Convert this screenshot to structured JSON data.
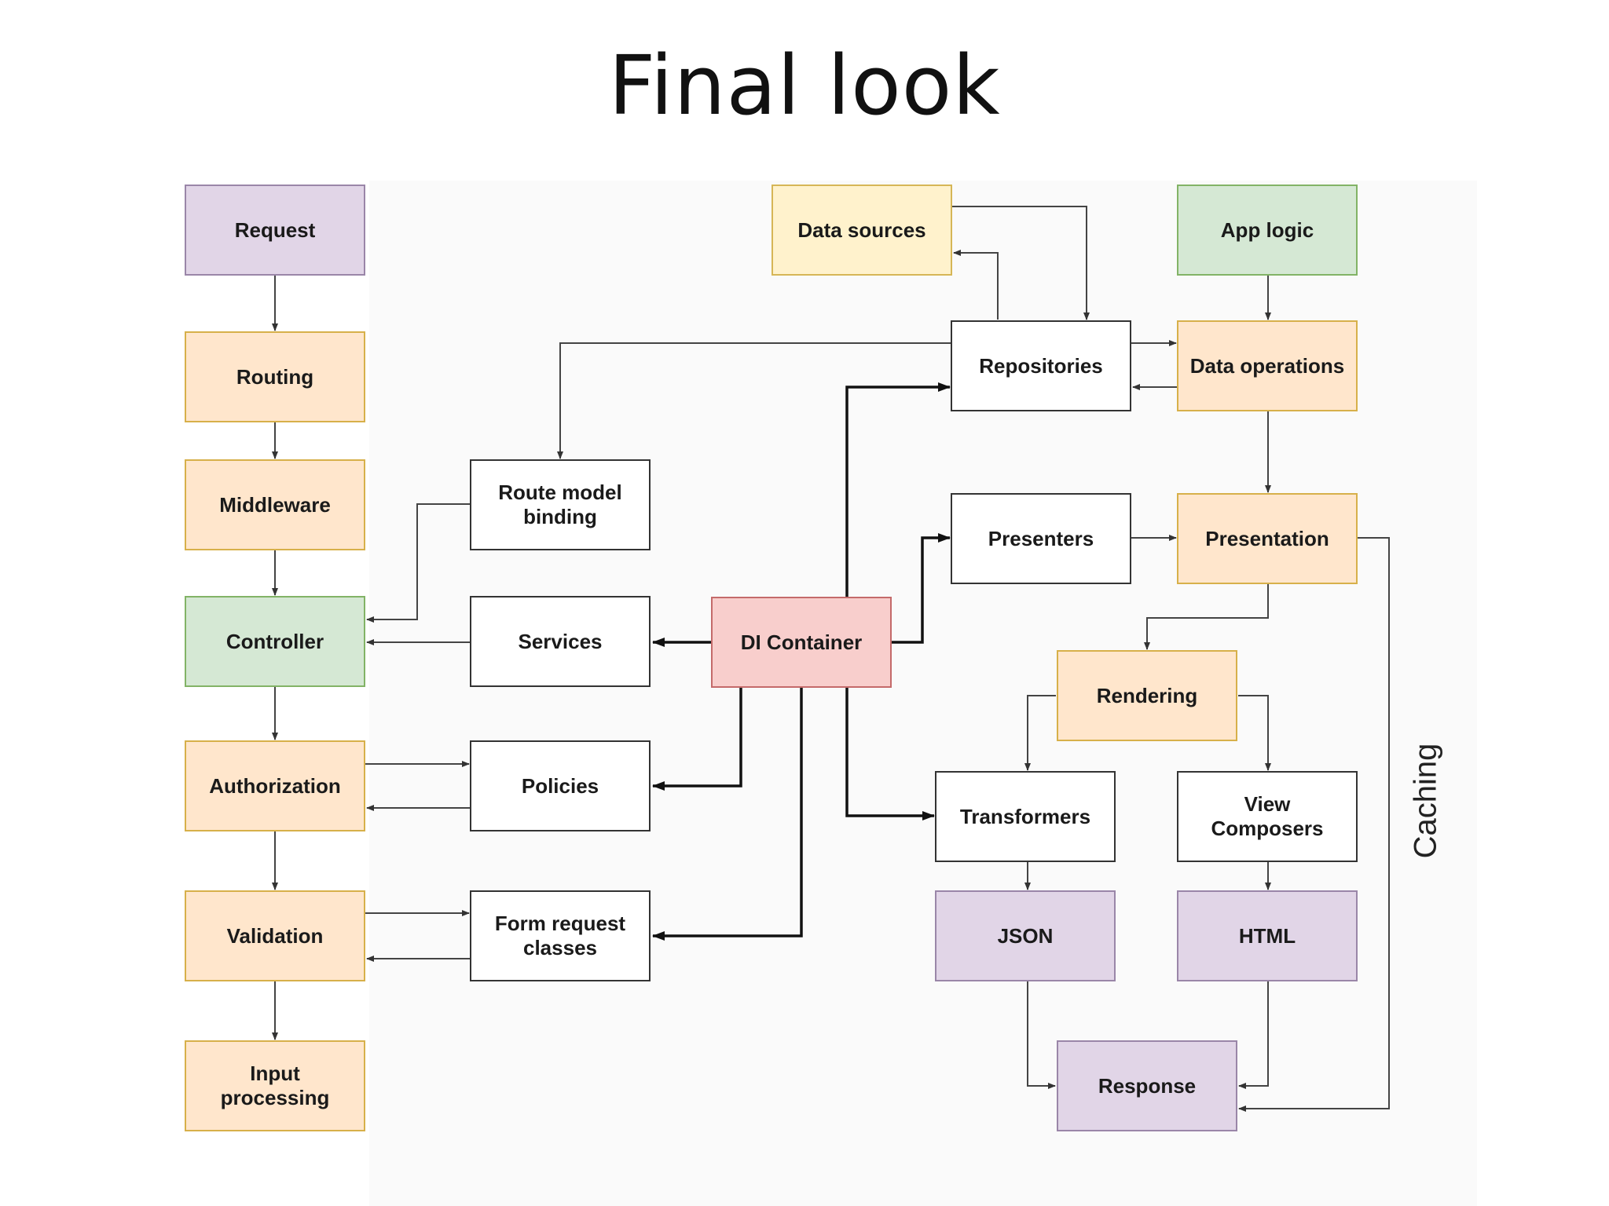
{
  "title": "Final look",
  "nodes": {
    "request": "Request",
    "routing": "Routing",
    "middleware": "Middleware",
    "controller": "Controller",
    "authorization": "Authorization",
    "validation": "Validation",
    "input_processing": "Input\nprocessing",
    "route_model_binding": "Route model\nbinding",
    "services": "Services",
    "policies": "Policies",
    "form_request_classes": "Form request\nclasses",
    "di_container": "DI Container",
    "data_sources": "Data sources",
    "repositories": "Repositories",
    "app_logic": "App logic",
    "data_operations": "Data operations",
    "presenters": "Presenters",
    "presentation": "Presentation",
    "rendering": "Rendering",
    "transformers": "Transformers",
    "view_composers": "View\nComposers",
    "json": "JSON",
    "html": "HTML",
    "response": "Response"
  },
  "side_label": "Caching",
  "colors": {
    "purple": "#e1d5e7",
    "orange": "#ffe6cc",
    "yellow": "#fff2cc",
    "green": "#d5e8d4",
    "red": "#f8cecc",
    "white": "#ffffff"
  }
}
